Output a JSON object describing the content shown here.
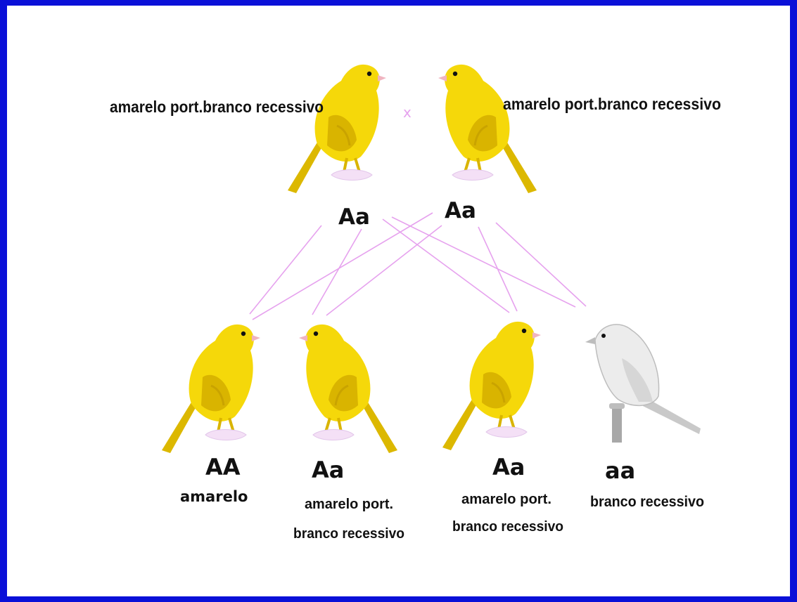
{
  "diagram": {
    "parent_left": {
      "label": "amarelo port.branco recessivo",
      "genotype": "Aa",
      "color": "yellow"
    },
    "cross_symbol": "x",
    "parent_right": {
      "label": "amarelo port.branco recessivo",
      "genotype": "Aa",
      "color": "yellow"
    },
    "offspring": [
      {
        "genotype": "AA",
        "label_line1": "amarelo",
        "label_line2": "",
        "color": "yellow"
      },
      {
        "genotype": "Aa",
        "label_line1": "amarelo port.",
        "label_line2": "branco recessivo",
        "color": "yellow"
      },
      {
        "genotype": "Aa",
        "label_line1": "amarelo port.",
        "label_line2": "branco recessivo",
        "color": "yellow"
      },
      {
        "genotype": "aa",
        "label_line1": "branco recessivo",
        "label_line2": "",
        "color": "white"
      }
    ],
    "colors": {
      "frame": "#0a10d8",
      "background": "#ffffff",
      "canary_yellow": "#f5d80a",
      "canary_shade": "#d9b400",
      "canary_white": "#ececec",
      "lines": "#e6a2ee",
      "cross": "#e6a2ee"
    }
  }
}
